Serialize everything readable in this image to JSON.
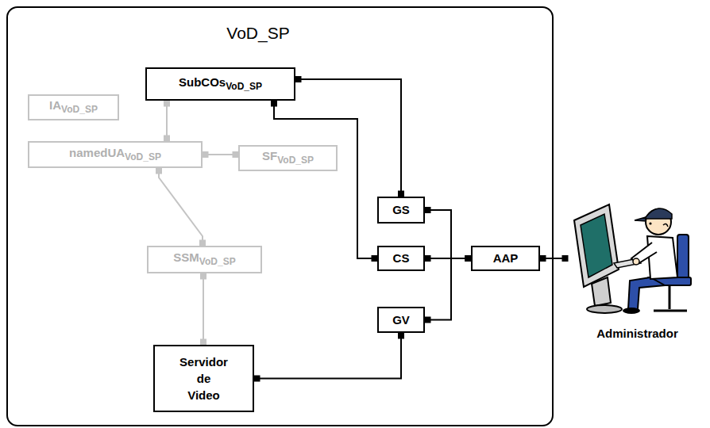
{
  "diagram": {
    "nodes": [
      {
        "text": [
          "VoD_SP"
        ]
      },
      {
        "text": [
          "SubCOs",
          "VoD_SP"
        ],
        "in": 0
      },
      {
        "text": [
          "IA",
          "VoD_SP"
        ],
        "in": 0
      },
      {
        "text": [
          "namedUA",
          "VoD_SP"
        ],
        "in": 0
      },
      {
        "text": [
          "SF",
          "VoD_SP"
        ],
        "in": 0
      },
      {
        "text": [
          "GS"
        ],
        "in": 0
      },
      {
        "text": [
          "SSM",
          "VoD_SP"
        ],
        "in": 0
      },
      {
        "text": [
          "CS"
        ],
        "in": 0
      },
      {
        "text": [
          "AAP"
        ],
        "in": 0
      },
      {
        "text": [
          "GV"
        ],
        "in": 0
      },
      {
        "text": [
          "Servidor de Video"
        ],
        "in": 0
      },
      {
        "text": [
          "Administrador"
        ]
      }
    ],
    "edges": [
      {
        "from": 1,
        "to": 5,
        "arrow": "none"
      },
      {
        "from": 1,
        "to": 7,
        "arrow": "none"
      },
      {
        "from": 5,
        "to": 8,
        "arrow": "none"
      },
      {
        "from": 7,
        "to": 8,
        "arrow": "none"
      },
      {
        "from": 9,
        "to": 8,
        "arrow": "none"
      },
      {
        "from": 9,
        "to": 10,
        "arrow": "none"
      },
      {
        "from": 8,
        "to": 11,
        "arrow": "none"
      },
      {
        "from": 1,
        "to": 3,
        "arrow": "none"
      },
      {
        "from": 3,
        "to": 4,
        "arrow": "none"
      },
      {
        "from": 3,
        "to": 6,
        "arrow": "none"
      },
      {
        "from": 6,
        "to": 10,
        "arrow": "none"
      }
    ]
  }
}
